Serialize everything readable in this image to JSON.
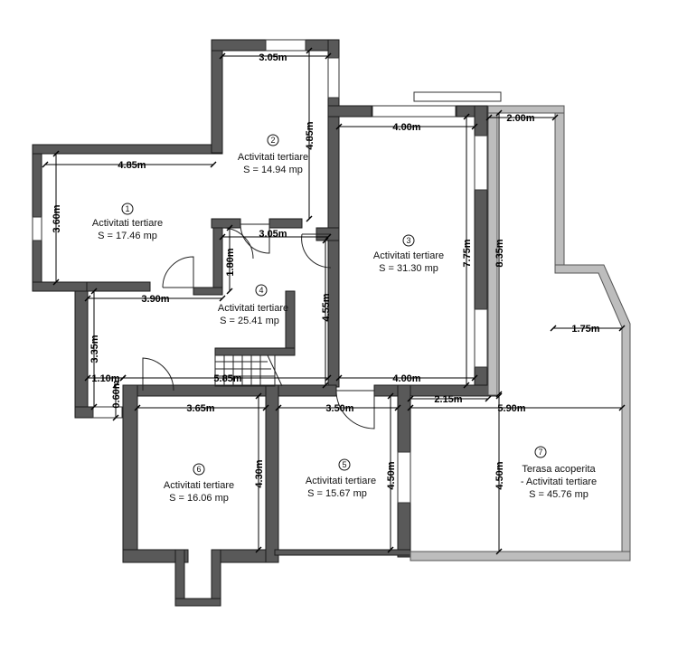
{
  "rooms": [
    {
      "id": "room-1",
      "number": "1",
      "name": "Activitati tertiare",
      "area": "S = 17.46 mp"
    },
    {
      "id": "room-2",
      "number": "2",
      "name": "Activitati tertiare",
      "area": "S = 14.94 mp"
    },
    {
      "id": "room-3",
      "number": "3",
      "name": "Activitati tertiare",
      "area": "S = 31.30 mp"
    },
    {
      "id": "room-4",
      "number": "4",
      "name": "Activitati tertiare",
      "area": "S = 25.41 mp"
    },
    {
      "id": "room-5",
      "number": "5",
      "name": "Activitati tertiare",
      "area": "S = 15.67 mp"
    },
    {
      "id": "room-6",
      "number": "6",
      "name": "Activitati tertiare",
      "area": "S = 16.06 mp"
    },
    {
      "id": "room-7",
      "number": "7",
      "name_line1": "Terasa acoperita",
      "name_line2": "- Activitati tertiare",
      "area": "S = 45.76 mp"
    }
  ],
  "dimensions": {
    "d_305_top": "3.05m",
    "d_485_r2": "4.85m",
    "d_485_r1": "4.85m",
    "d_360": "3.60m",
    "d_400_top": "4.00m",
    "d_200": "2.00m",
    "d_775": "7.75m",
    "d_835": "8.35m",
    "d_305_mid": "3.05m",
    "d_180": "1.80m",
    "d_390": "3.90m",
    "d_455": "4.55m",
    "d_175": "1.75m",
    "d_335": "3.35m",
    "d_110": "1.10m",
    "d_585": "5.85m",
    "d_400_bot": "4.00m",
    "d_060": "0.60m",
    "d_365": "3.65m",
    "d_350": "3.50m",
    "d_215": "2.15m",
    "d_590": "5.90m",
    "d_430": "4.30m",
    "d_450_r5": "4.50m",
    "d_450_r7": "4.50m"
  }
}
